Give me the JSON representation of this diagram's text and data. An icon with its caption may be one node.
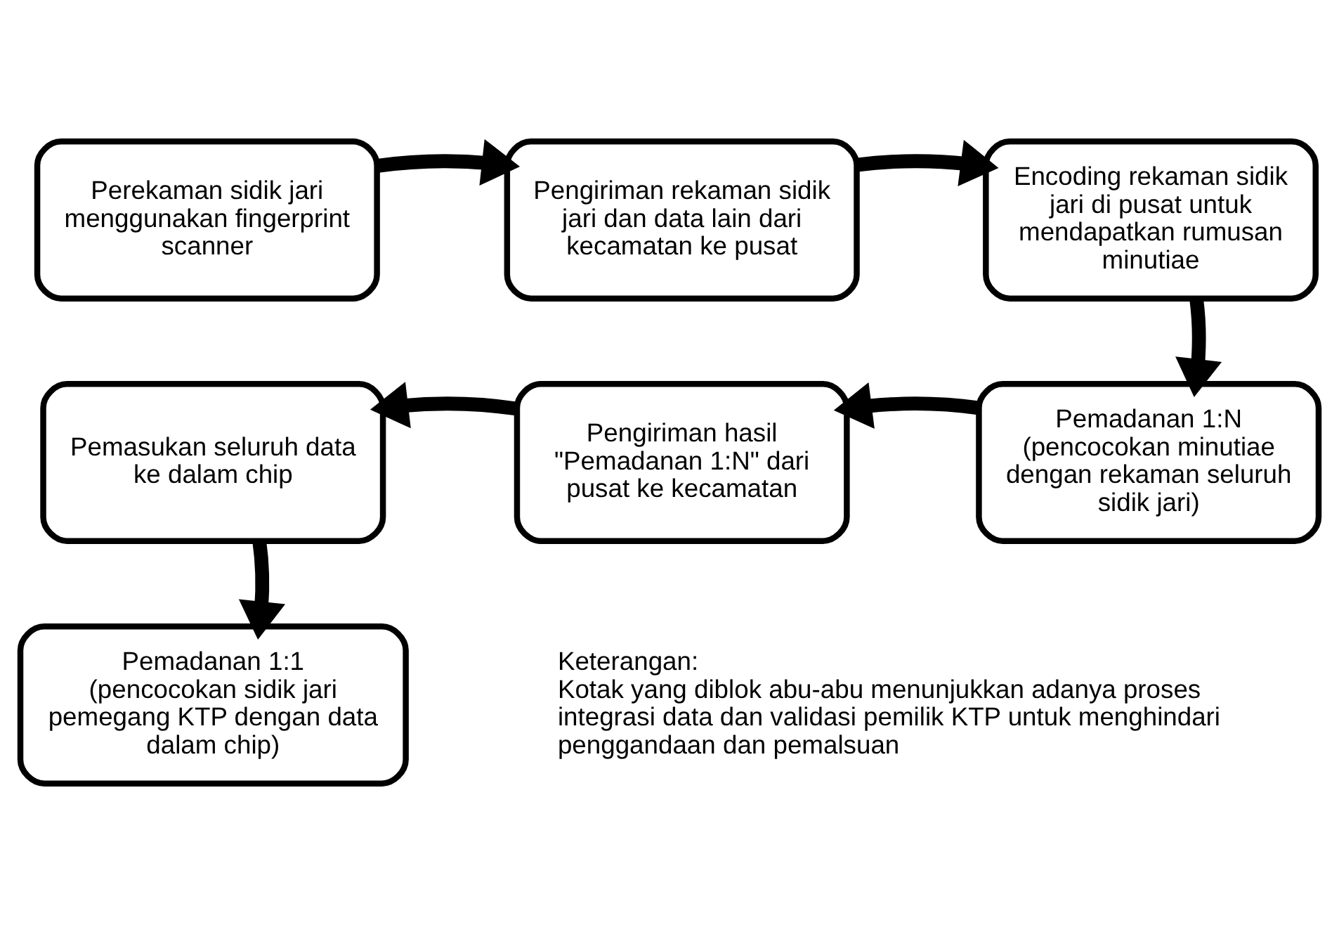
{
  "diagram": {
    "nodes": [
      {
        "text": [
          "Perekaman sidik jari menggunakan fingerprint scanner"
        ]
      },
      {
        "text": [
          "Pengiriman rekaman sidik jari dan data lain dari kecamatan ke pusat"
        ]
      },
      {
        "text": [
          "Encoding rekaman sidik jari di pusat untuk mendapatkan rumusan minutiae"
        ]
      },
      {
        "text": [
          "Pemadanan 1:N (pencocokan minutiae dengan rekaman seluruh sidik jari)"
        ]
      },
      {
        "text": [
          "Pengiriman hasil \"Pemadanan 1:N\" dari pusat ke kecamatan"
        ]
      },
      {
        "text": [
          "Pemasukan seluruh data ke dalam chip"
        ]
      },
      {
        "text": [
          "Pemadanan 1:1 (pencocokan sidik jari pemegang KTP dengan data dalam chip)"
        ]
      }
    ],
    "edges": [
      {
        "from": 0,
        "to": 1,
        "arrow": "to"
      },
      {
        "from": 1,
        "to": 2,
        "arrow": "to"
      },
      {
        "from": 2,
        "to": 3,
        "arrow": "to"
      },
      {
        "from": 3,
        "to": 4,
        "arrow": "to"
      },
      {
        "from": 4,
        "to": 5,
        "arrow": "to"
      },
      {
        "from": 5,
        "to": 6,
        "arrow": "to"
      }
    ],
    "labels": [
      "Keterangan:",
      "Kotak yang diblok abu-abu menunjukkan adanya proses integrasi data dan validasi pemilik KTP untuk menghindari penggandaan dan pemalsuan"
    ]
  }
}
